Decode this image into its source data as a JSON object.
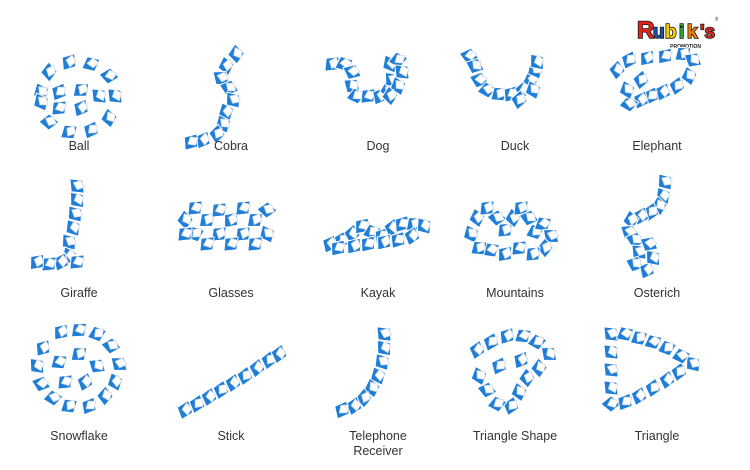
{
  "logo": {
    "letters": [
      {
        "ch": "R",
        "color": "#e2231a"
      },
      {
        "ch": "u",
        "color": "#1e4fa3"
      },
      {
        "ch": "b",
        "color": "#f7d100"
      },
      {
        "ch": "i",
        "color": "#2bab38"
      },
      {
        "ch": "k",
        "color": "#ef7d00"
      },
      {
        "ch": "'s",
        "color": "#e2231a"
      }
    ],
    "tagline": "PROMOTION",
    "mark": "®"
  },
  "colors": {
    "blue": "#1f7ed8",
    "face": "#ffffff",
    "edge": "#cfd8e2"
  },
  "shapes": [
    {
      "name": "Ball",
      "icon": "ball-icon"
    },
    {
      "name": "Cobra",
      "icon": "cobra-icon"
    },
    {
      "name": "Dog",
      "icon": "dog-icon"
    },
    {
      "name": "Duck",
      "icon": "duck-icon"
    },
    {
      "name": "Elephant",
      "icon": "elephant-icon"
    },
    {
      "name": "Giraffe",
      "icon": "giraffe-icon"
    },
    {
      "name": "Glasses",
      "icon": "glasses-icon"
    },
    {
      "name": "Kayak",
      "icon": "kayak-icon"
    },
    {
      "name": "Mountains",
      "icon": "mountains-icon"
    },
    {
      "name": "Osterich",
      "icon": "osterich-icon"
    },
    {
      "name": "Snowflake",
      "icon": "snowflake-icon"
    },
    {
      "name": "Stick",
      "icon": "stick-icon"
    },
    {
      "name": "Telephone Receiver",
      "icon": "telephone-receiver-icon"
    },
    {
      "name": "Triangle Shape",
      "icon": "triangle-shape-icon"
    },
    {
      "name": "Triangle",
      "icon": "triangle-icon"
    }
  ]
}
